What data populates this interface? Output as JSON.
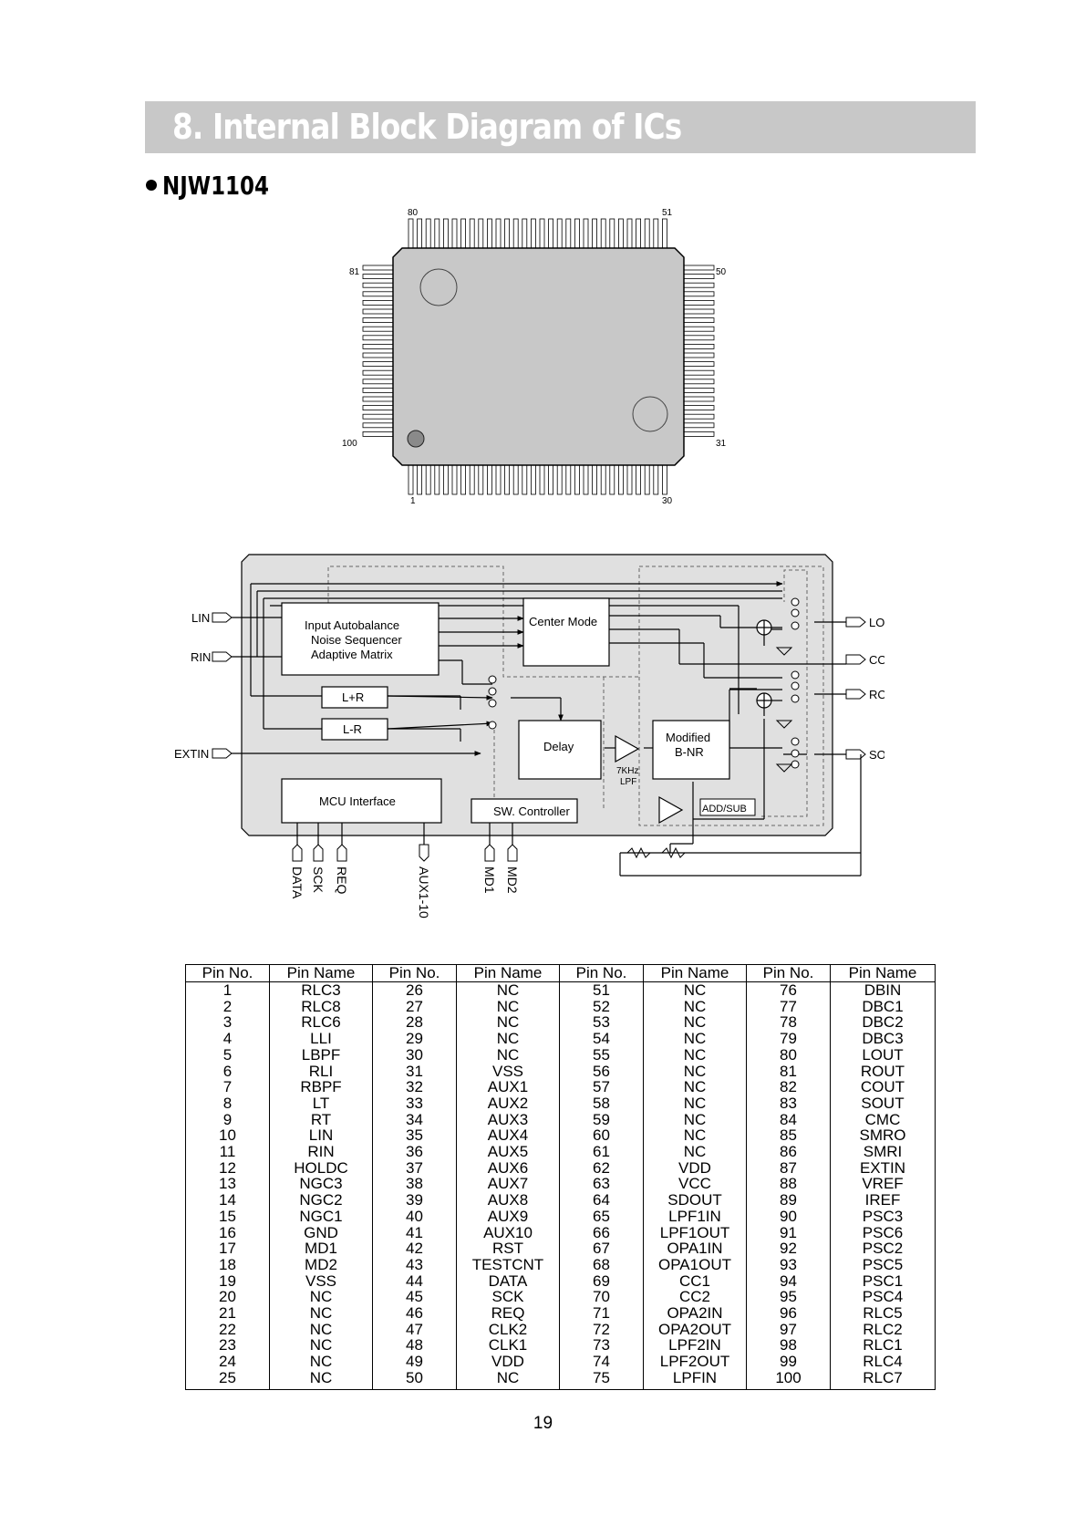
{
  "section_title": "8. Internal Block Diagram of ICs",
  "ic_name": "NJW1104",
  "package": {
    "pin_labels": {
      "top_left": "80",
      "top_right": "51",
      "left_top": "81",
      "right_top": "50",
      "left_bottom": "100",
      "right_bottom": "31",
      "bottom_left": "1",
      "bottom_right": "30"
    }
  },
  "block_diagram": {
    "inputs": [
      "LIN",
      "RIN",
      "EXTIN"
    ],
    "outputs": [
      "LOUT",
      "COUT",
      "ROUT",
      "SOUT"
    ],
    "blocks": {
      "input_line1": "Input  Autobalance",
      "input_line2": "Noise Sequencer",
      "input_line3": "Adaptive Matrix",
      "center_mode": "Center Mode",
      "lpr": "L+R",
      "lmr": "L-R",
      "delay": "Delay",
      "lpf_line1": "7KHz",
      "lpf_line2": "LPF",
      "bnr_line1": "Modified",
      "bnr_line2": "B-NR",
      "mcu": "MCU Interface",
      "sw": "SW. Controller",
      "addsub": "ADD/SUB"
    },
    "bottom_pins": [
      "DATA",
      "SCK",
      "REQ",
      "AUX1-10",
      "MD1",
      "MD2"
    ]
  },
  "table": {
    "headers": [
      "Pin No.",
      "Pin Name",
      "Pin No.",
      "Pin Name",
      "Pin No.",
      "Pin Name",
      "Pin No.",
      "Pin Name"
    ],
    "rows": [
      [
        "1",
        "RLC3",
        "26",
        "NC",
        "51",
        "NC",
        "76",
        "DBIN"
      ],
      [
        "2",
        "RLC8",
        "27",
        "NC",
        "52",
        "NC",
        "77",
        "DBC1"
      ],
      [
        "3",
        "RLC6",
        "28",
        "NC",
        "53",
        "NC",
        "78",
        "DBC2"
      ],
      [
        "4",
        "LLI",
        "29",
        "NC",
        "54",
        "NC",
        "79",
        "DBC3"
      ],
      [
        "5",
        "LBPF",
        "30",
        "NC",
        "55",
        "NC",
        "80",
        "LOUT"
      ],
      [
        "6",
        "RLI",
        "31",
        "VSS",
        "56",
        "NC",
        "81",
        "ROUT"
      ],
      [
        "7",
        "RBPF",
        "32",
        "AUX1",
        "57",
        "NC",
        "82",
        "COUT"
      ],
      [
        "8",
        "LT",
        "33",
        "AUX2",
        "58",
        "NC",
        "83",
        "SOUT"
      ],
      [
        "9",
        "RT",
        "34",
        "AUX3",
        "59",
        "NC",
        "84",
        "CMC"
      ],
      [
        "10",
        "LIN",
        "35",
        "AUX4",
        "60",
        "NC",
        "85",
        "SMRO"
      ],
      [
        "11",
        "RIN",
        "36",
        "AUX5",
        "61",
        "NC",
        "86",
        "SMRI"
      ],
      [
        "12",
        "HOLDC",
        "37",
        "AUX6",
        "62",
        "VDD",
        "87",
        "EXTIN"
      ],
      [
        "13",
        "NGC3",
        "38",
        "AUX7",
        "63",
        "VCC",
        "88",
        "VREF"
      ],
      [
        "14",
        "NGC2",
        "39",
        "AUX8",
        "64",
        "SDOUT",
        "89",
        "IREF"
      ],
      [
        "15",
        "NGC1",
        "40",
        "AUX9",
        "65",
        "LPF1IN",
        "90",
        "PSC3"
      ],
      [
        "16",
        "GND",
        "41",
        "AUX10",
        "66",
        "LPF1OUT",
        "91",
        "PSC6"
      ],
      [
        "17",
        "MD1",
        "42",
        "RST",
        "67",
        "OPA1IN",
        "92",
        "PSC2"
      ],
      [
        "18",
        "MD2",
        "43",
        "TESTCNT",
        "68",
        "OPA1OUT",
        "93",
        "PSC5"
      ],
      [
        "19",
        "VSS",
        "44",
        "DATA",
        "69",
        "CC1",
        "94",
        "PSC1"
      ],
      [
        "20",
        "NC",
        "45",
        "SCK",
        "70",
        "CC2",
        "95",
        "PSC4"
      ],
      [
        "21",
        "NC",
        "46",
        "REQ",
        "71",
        "OPA2IN",
        "96",
        "RLC5"
      ],
      [
        "22",
        "NC",
        "47",
        "CLK2",
        "72",
        "OPA2OUT",
        "97",
        "RLC2"
      ],
      [
        "23",
        "NC",
        "48",
        "CLK1",
        "73",
        "LPF2IN",
        "98",
        "RLC1"
      ],
      [
        "24",
        "NC",
        "49",
        "VDD",
        "74",
        "LPF2OUT",
        "99",
        "RLC4"
      ],
      [
        "25",
        "NC",
        "50",
        "NC",
        "75",
        "LPFIN",
        "100",
        "RLC7"
      ]
    ]
  },
  "page_number": "19"
}
